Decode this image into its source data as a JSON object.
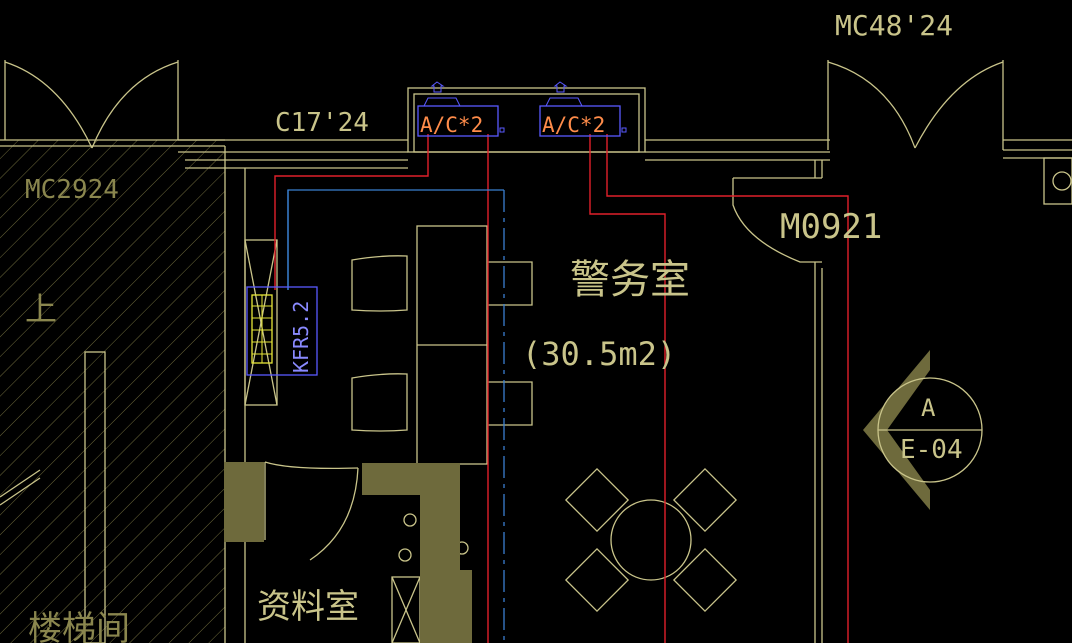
{
  "drawing": {
    "labels": {
      "door_top_right": "MC48'24",
      "window_top": "C17'24",
      "door_left": "MC2924",
      "door_right": "M0921",
      "room_main": "警务室",
      "room_main_area": "(30.5m2)",
      "room_archive": "资料室",
      "stair_up": "上",
      "stair_room": "楼梯间",
      "section_mark_top": "A",
      "section_mark_bottom": "E-04"
    },
    "equipment": {
      "ac_unit_1": "A/C*2",
      "ac_unit_2": "A/C*2",
      "indoor_unit": "KFR5.2"
    }
  }
}
